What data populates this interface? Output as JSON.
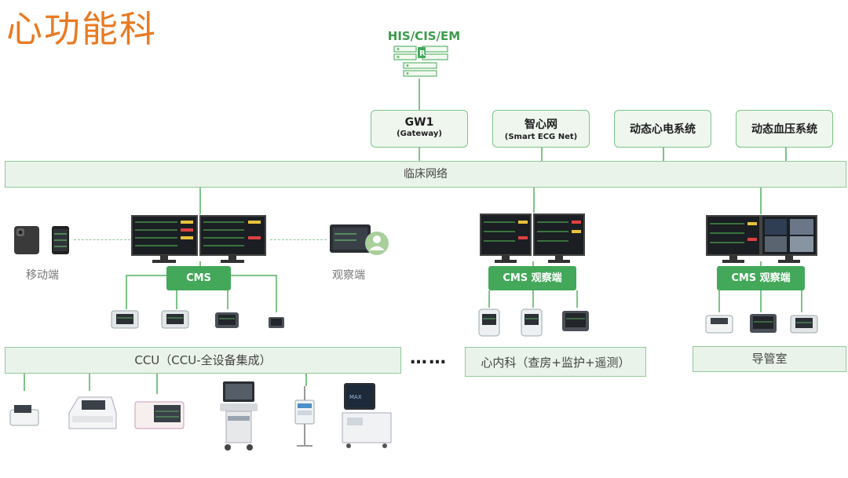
{
  "title": "心功能科",
  "top_system": "HIS/CIS/EM",
  "systems": [
    {
      "main": "GW1",
      "sub": "(Gateway)"
    },
    {
      "main": "智心网",
      "sub": "(Smart ECG Net)"
    },
    {
      "main": "动态心电系统",
      "sub": ""
    },
    {
      "main": "动态血压系统",
      "sub": ""
    }
  ],
  "network_label": "临床网络",
  "left": {
    "mobile_label": "移动端",
    "observer_label": "观察端",
    "cms_label": "CMS"
  },
  "middle": {
    "cms_label": "CMS 观察端"
  },
  "right": {
    "cms_label": "CMS 观察端"
  },
  "departments": {
    "ccu": "CCU（CCU-全设备集成）",
    "ellipsis": "……",
    "cardiology": "心内科（查房+监护+遥测）",
    "cath_lab": "导管室"
  },
  "colors": {
    "accent_orange": "#e87a22",
    "green": "#43a85a",
    "light_green": "#e9f3e9",
    "border_green": "#7cc486"
  }
}
